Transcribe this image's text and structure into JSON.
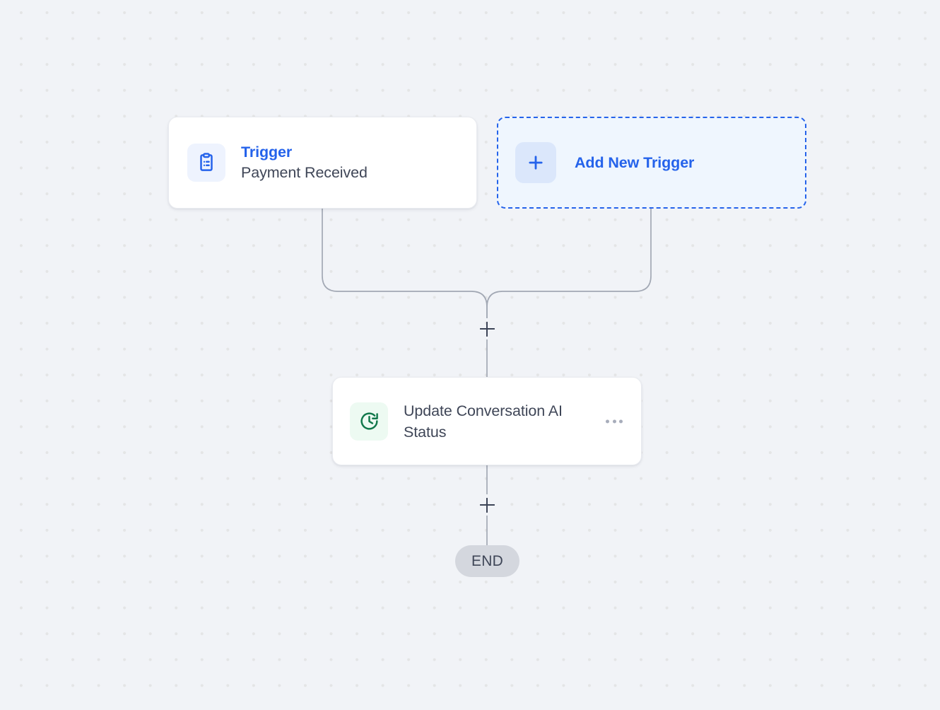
{
  "canvas": {
    "background_color": "#f1f3f7",
    "dot_color": "#e4e5e6"
  },
  "colors": {
    "accent_blue": "#2563eb",
    "icon_green": "#11784b",
    "text_dark": "#3f4657",
    "wire_gray": "#a2a8b4",
    "end_pill_bg": "#d4d7de"
  },
  "workflow": {
    "trigger_node": {
      "icon": "clipboard-list-icon",
      "kind_label": "Trigger",
      "title": "Payment Received"
    },
    "add_trigger_node": {
      "icon": "plus-icon",
      "label": "Add New Trigger"
    },
    "action_node": {
      "icon": "clock-update-icon",
      "title": "Update Conversation AI Status",
      "menu_icon": "ellipsis-icon"
    },
    "add_step_top": {
      "icon": "plus-icon",
      "label": "+"
    },
    "add_step_bottom": {
      "icon": "plus-icon",
      "label": "+"
    },
    "end_node": {
      "label": "END"
    }
  }
}
